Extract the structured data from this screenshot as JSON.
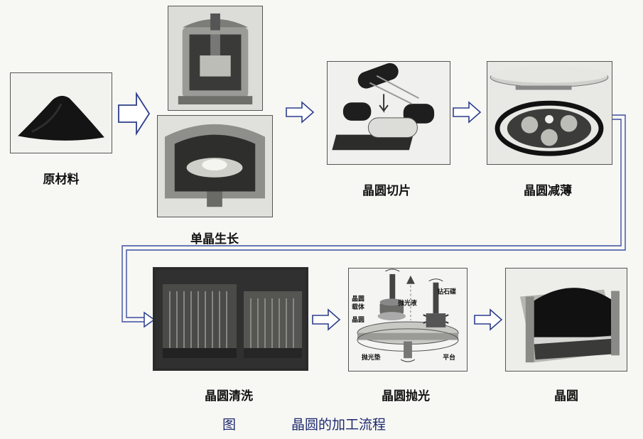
{
  "steps": {
    "raw_material": "原材料",
    "crystal_growth": "单晶生长",
    "slicing": "晶圆切片",
    "thinning": "晶圆减薄",
    "cleaning": "晶圆清洗",
    "polishing": "晶圆抛光",
    "wafer": "晶圆"
  },
  "polishing_labels": {
    "carrier": "晶圆\n载体",
    "wafer": "晶圆",
    "slurry": "抛光液",
    "diamond_disc": "钻石碟",
    "pad": "抛光垫",
    "platform": "平台"
  },
  "caption": {
    "prefix": "图",
    "title": "晶圆的加工流程"
  },
  "colors": {
    "arrow_outline": "#2c3e8c",
    "connector": "#3a4fa0",
    "caption": "#1d2a6e"
  }
}
